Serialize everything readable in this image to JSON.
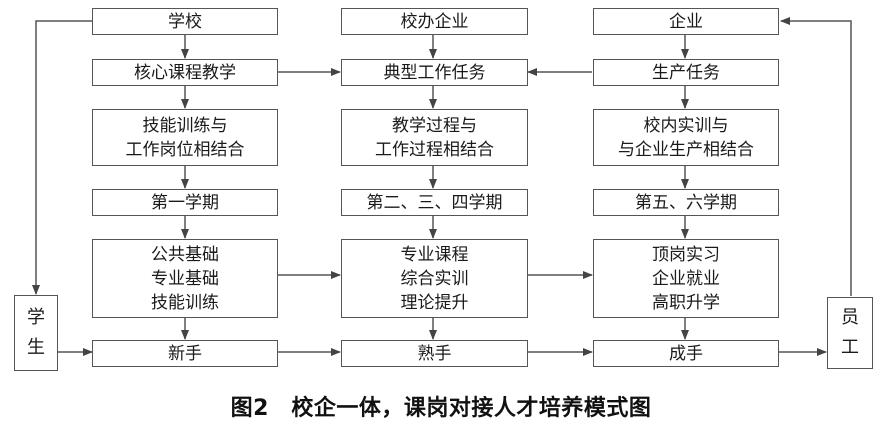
{
  "columns": [
    {
      "header": "学校",
      "step1": "核心课程教学",
      "step2": [
        "技能训练与",
        "工作岗位相结合"
      ],
      "period": "第一学期",
      "content": [
        "公共基础",
        "专业基础",
        "技能训练"
      ],
      "stage": "新手"
    },
    {
      "header": "校办企业",
      "step1": "典型工作任务",
      "step2": [
        "教学过程与",
        "工作过程相结合"
      ],
      "period": "第二、三、四学期",
      "content": [
        "专业课程",
        "综合实训",
        "理论提升"
      ],
      "stage": "熟手"
    },
    {
      "header": "企业",
      "step1": "生产任务",
      "step2": [
        "校内实训与",
        "与企业生产相结合"
      ],
      "period": "第五、六学期",
      "content": [
        "顶岗实习",
        "企业就业",
        "高职升学"
      ],
      "stage": "成手"
    }
  ],
  "left_side": [
    "学",
    "生"
  ],
  "right_side": [
    "员",
    "工"
  ],
  "caption": "图2　校企一体，课岗对接人才培养模式图"
}
